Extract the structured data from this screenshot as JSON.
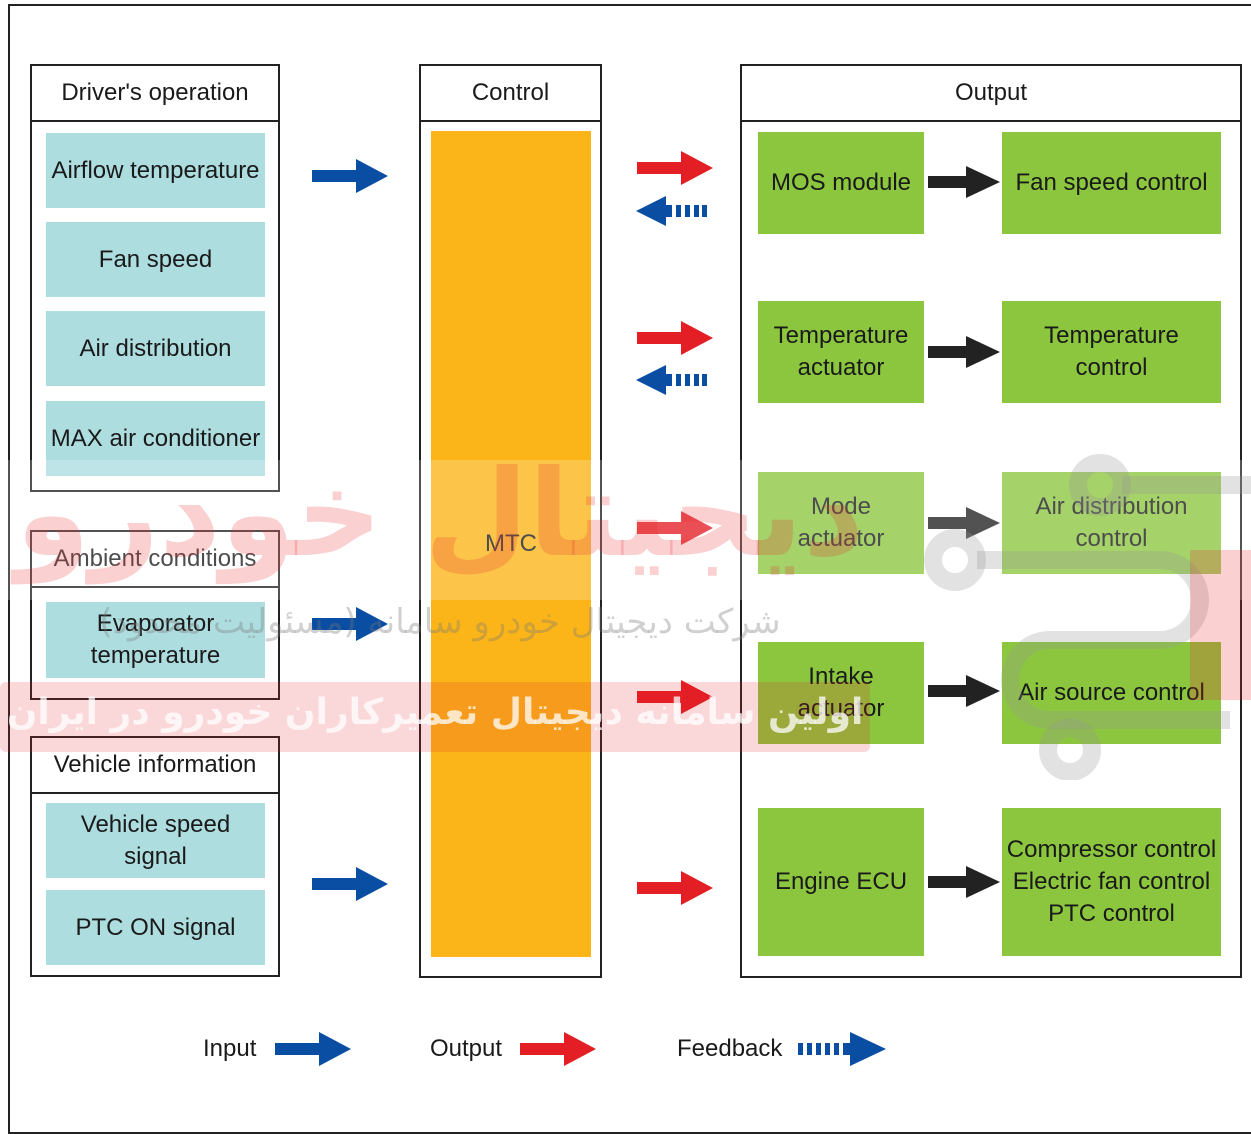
{
  "columns": {
    "driver_title": "Driver's operation",
    "control_title": "Control",
    "output_title": "Output"
  },
  "driver_items": [
    "Airflow temperature",
    "Fan speed",
    "Air distribution",
    "MAX air conditioner"
  ],
  "ambient": {
    "title": "Ambient conditions",
    "items": [
      "Evaporator\ntemperature"
    ]
  },
  "vehicle": {
    "title": "Vehicle information",
    "items": [
      "Vehicle speed\nsignal",
      "PTC ON signal"
    ]
  },
  "control_label": "MTC",
  "outputs": [
    {
      "module": "MOS module",
      "result": "Fan speed control"
    },
    {
      "module": "Temperature\nactuator",
      "result": "Temperature\ncontrol"
    },
    {
      "module": "Mode\nactuator",
      "result": "Air distribution\ncontrol"
    },
    {
      "module": "Intake\nactuator",
      "result": "Air source control"
    },
    {
      "module": "Engine ECU",
      "result": "Compressor control\nElectric fan control\nPTC control"
    }
  ],
  "legend": {
    "input": "Input",
    "output": "Output",
    "feedback": "Feedback"
  },
  "watermark": {
    "line1": "ديجيتال خودرو",
    "line2": "شرکت دیجیتال خودرو سامانه (مسئولیت محدود)",
    "line3": "اولین سامانه دیجیتال تعمیرکاران خودرو در ایران"
  },
  "colors": {
    "input_arrow": "#0a4ea3",
    "output_arrow": "#e31e24",
    "feedback_arrow": "#0a4ea3",
    "control_bar": "#fbb518",
    "driver_box": "#aedde0",
    "output_box": "#8cc63f",
    "chain_arrow": "#222222"
  }
}
